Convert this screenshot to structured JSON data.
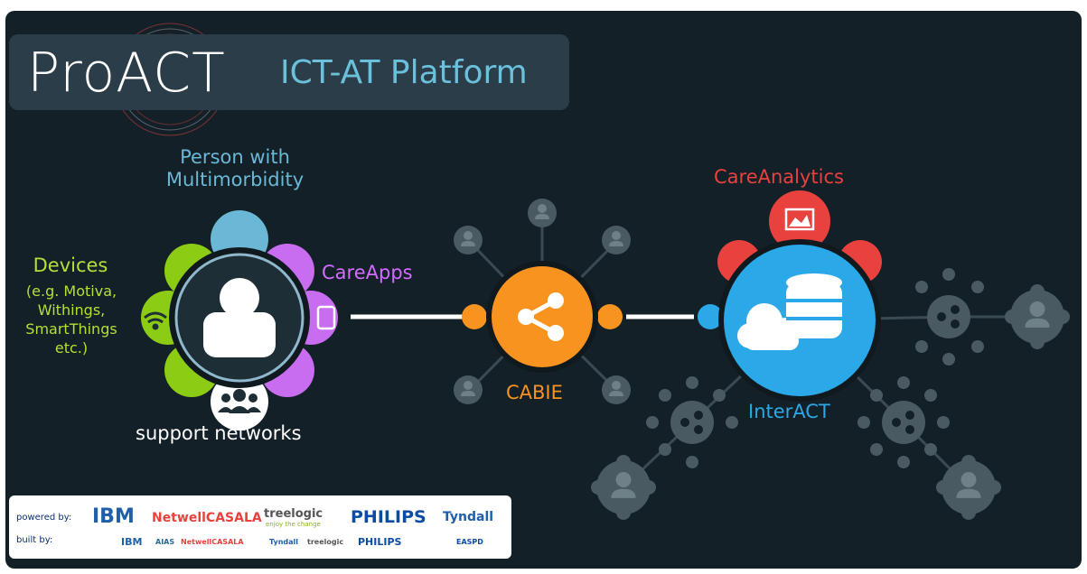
{
  "title": {
    "logo": "ProACT",
    "subtitle": "ICT-AT Platform"
  },
  "nodes": {
    "person": "Person with\nMultimorbidity",
    "devices_title": "Devices",
    "devices_detail": "(e.g. Motiva,\nWithings,\nSmartThings\netc.)",
    "careapps": "CareApps",
    "support": "support networks",
    "careanalytics": "CareAnalytics",
    "cabie": "CABIE",
    "interact": "InterACT"
  },
  "partners": {
    "powered_label": "powered by:",
    "built_label": "built by:",
    "powered_logos": [
      "IBM",
      "NetwellCASALA",
      "treelogic",
      "PHILIPS",
      "Tyndall"
    ],
    "powered_taglines": [
      "enjoy the change"
    ],
    "built_logos": [
      "IBM",
      "AIAS",
      "NetwellCASALA",
      "Tyndall",
      "treelogic",
      "PHILIPS",
      "EASPD"
    ]
  },
  "colors": {
    "background": "#132028",
    "person": "#6bb8d6",
    "devices": "#b7e034",
    "careapps": "#d36cff",
    "careanalytics": "#e8413e",
    "cabie": "#f7931e",
    "interact": "#2aa8e8"
  },
  "icons": [
    "user-icon",
    "wifi-icon",
    "tablet-icon",
    "group-icon",
    "share-icon",
    "cloud-icon",
    "database-icon",
    "chart-icon"
  ]
}
